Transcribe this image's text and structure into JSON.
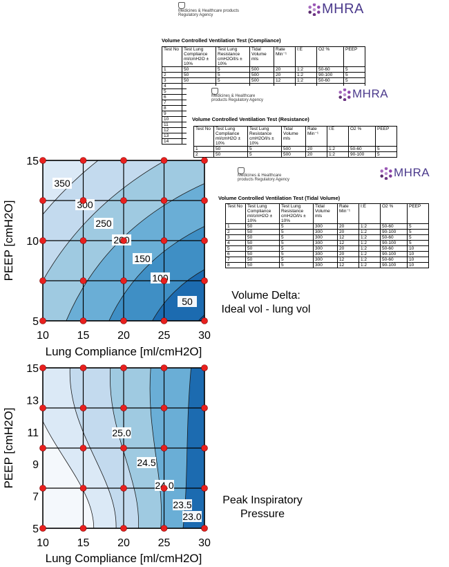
{
  "top_header": {
    "agency": "Medicines & Healthcare products Regulatory Agency",
    "logo_text": "MHRA"
  },
  "documents": [
    {
      "title": "Volume Controlled Ventilation Test (Compliance)",
      "agency": "",
      "logo_text": "",
      "headers": [
        "Test No",
        "Test Lung Compliance ml/cmH2O ± 10%",
        "Test Lung Resistance cmH2O/l/s ± 10%",
        "Tidal Volume mls",
        "Rate Min⁻¹",
        "I:E",
        "O2 %",
        "PEEP"
      ],
      "rows": [
        [
          "1",
          "50",
          "5",
          "500",
          "20",
          "1:2",
          "50-60",
          "5"
        ],
        [
          "2",
          "50",
          "5",
          "500",
          "20",
          "1:2",
          "90-100",
          "5"
        ],
        [
          "3",
          "50",
          "5",
          "500",
          "12",
          "1:2",
          "50-60",
          "5"
        ],
        [
          "4",
          "",
          "",
          "",
          "",
          "",
          "",
          ""
        ],
        [
          "5",
          "",
          "",
          "",
          "",
          "",
          "",
          ""
        ],
        [
          "6",
          "",
          "",
          "",
          "",
          "",
          "",
          ""
        ],
        [
          "7",
          "",
          "",
          "",
          "",
          "",
          "",
          ""
        ],
        [
          "8",
          "",
          "",
          "",
          "",
          "",
          "",
          ""
        ],
        [
          "9",
          "",
          "",
          "",
          "",
          "",
          "",
          ""
        ],
        [
          "10",
          "",
          "",
          "",
          "",
          "",
          "",
          ""
        ],
        [
          "11",
          "",
          "",
          "",
          "",
          "",
          "",
          ""
        ],
        [
          "12",
          "",
          "",
          "",
          "",
          "",
          "",
          ""
        ],
        [
          "13",
          "",
          "",
          "",
          "",
          "",
          "",
          ""
        ],
        [
          "14",
          "",
          "",
          "",
          "",
          "",
          "",
          ""
        ]
      ]
    },
    {
      "title": "Volume Controlled Ventilation Test (Resistance)",
      "agency": "Medicines & Healthcare products Regulatory Agency",
      "logo_text": "MHRA",
      "headers": [
        "Test No",
        "Test Lung Compliance ml/cmH2O ± 10%",
        "Test Lung Resistance cmH2O/l/s ± 10%",
        "Tidal Volume mls",
        "Rate Min⁻¹",
        "I:E",
        "O2 %",
        "PEEP"
      ],
      "rows": [
        [
          "1",
          "50",
          "5",
          "500",
          "20",
          "1:2",
          "50-60",
          "5"
        ],
        [
          "2",
          "50",
          "5",
          "500",
          "20",
          "1:2",
          "90-100",
          "5"
        ]
      ]
    },
    {
      "title": "Volume Controlled Ventilation Test (Tidal Volume)",
      "agency": "Medicines & Healthcare products Regulatory Agency",
      "logo_text": "MHRA",
      "headers": [
        "Test No",
        "Test Lung Compliance ml/cmH2O ± 10%",
        "Test Lung Resistance cmH2O/l/s ± 10%",
        "Tidal Volume mls",
        "Rate Min⁻¹",
        "I:E",
        "O2 %",
        "PEEP"
      ],
      "rows": [
        [
          "1",
          "50",
          "5",
          "300",
          "20",
          "1:2",
          "50-60",
          "5"
        ],
        [
          "2",
          "50",
          "5",
          "300",
          "20",
          "1:2",
          "90-100",
          "5"
        ],
        [
          "3",
          "50",
          "5",
          "300",
          "12",
          "1:2",
          "50-60",
          "5"
        ],
        [
          "4",
          "50",
          "5",
          "300",
          "12",
          "1:2",
          "90-100",
          "5"
        ],
        [
          "5",
          "50",
          "5",
          "300",
          "20",
          "1:2",
          "50-60",
          "10"
        ],
        [
          "6",
          "50",
          "5",
          "300",
          "20",
          "1:2",
          "90-100",
          "10"
        ],
        [
          "7",
          "50",
          "5",
          "300",
          "12",
          "1:2",
          "50-60",
          "10"
        ],
        [
          "8",
          "50",
          "5",
          "300",
          "12",
          "1:2",
          "90-100",
          "10"
        ]
      ]
    }
  ],
  "captions": {
    "volume_delta_line1": "Volume Delta:",
    "volume_delta_line2": "Ideal vol - lung vol",
    "pip_line1": "Peak Inspiratory",
    "pip_line2": "Pressure"
  },
  "chart_data": [
    {
      "type": "contour",
      "title": "",
      "xlabel": "Lung Compliance [ml/cmH2O]",
      "ylabel": "PEEP [cmH2O]",
      "xlim": [
        10,
        30
      ],
      "ylim": [
        5,
        15
      ],
      "xticks": [
        10,
        15,
        20,
        25,
        30
      ],
      "yticks": [
        5,
        10,
        15
      ],
      "grid": true,
      "colormap": "Blues",
      "sample_points": {
        "x": [
          10,
          15,
          20,
          25,
          30
        ],
        "y": [
          5,
          7.5,
          10,
          12.5,
          15
        ]
      },
      "highlighted_points": [
        {
          "x": 15,
          "y": 12.5
        },
        {
          "x": 20,
          "y": 10
        },
        {
          "x": 25,
          "y": 7.5
        }
      ],
      "contour_levels": [
        50,
        100,
        150,
        200,
        250,
        300,
        350
      ],
      "contour_label_text": [
        "350",
        "300",
        "250",
        "200",
        "150",
        "100",
        "50"
      ]
    },
    {
      "type": "contour",
      "title": "",
      "xlabel": "Lung Compliance [ml/cmH2O]",
      "ylabel": "PEEP [cmH2O]",
      "xlim": [
        10,
        30
      ],
      "ylim": [
        5,
        15
      ],
      "xticks": [
        10,
        15,
        20,
        25,
        30
      ],
      "yticks": [
        5,
        7,
        9,
        11,
        13,
        15
      ],
      "grid": true,
      "colormap": "Blues",
      "sample_points": {
        "x": [
          10,
          15,
          20,
          25,
          30
        ],
        "y": [
          5,
          7.5,
          10,
          12.5,
          15
        ]
      },
      "highlighted_points": [
        {
          "x": 25,
          "y": 7.5
        }
      ],
      "contour_levels": [
        23.0,
        23.5,
        24.0,
        24.5,
        25.0
      ],
      "contour_label_text": [
        "25.0",
        "24.5",
        "24.0",
        "23.5",
        "23.0"
      ]
    }
  ]
}
